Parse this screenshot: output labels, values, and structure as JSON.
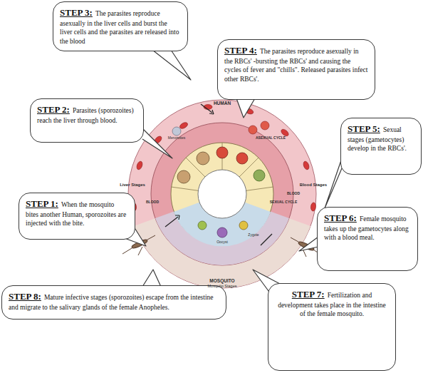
{
  "diagram": {
    "nodes": [
      {
        "text": [
          "STEP 3:",
          "The parasites reproduce asexually in the liver cells and burst the liver cells and the parasites are released into the blood"
        ]
      },
      {
        "text": [
          "STEP 4:",
          "The parasites reproduce asexually in the RBCs' -bursting the RBCs' and causing the cycles of fever and \"chills\". Released parasites infect other RBCs'."
        ]
      },
      {
        "text": [
          "STEP 2:",
          "Parasites (sporozoites) reach the liver through blood."
        ]
      },
      {
        "text": [
          "STEP 5:",
          "Sexual stages (gametocytes) develop in the RBCs'."
        ]
      },
      {
        "text": [
          "STEP 1:",
          "When the mosquito bites another Human, sporozoites are injected with the bite."
        ]
      },
      {
        "text": [
          "STEP 6:",
          "Female mosquito takes up the gametocytes along with a blood meal."
        ]
      },
      {
        "text": [
          "STEP 8:",
          "Mature infective stages (sporozoites) escape from the intestine and migrate to the salivary glands of the female Anopheles."
        ]
      },
      {
        "text": [
          "STEP 7:",
          "Fertilization and development takes place in the intestine of the female mosquito."
        ]
      }
    ],
    "labels": [
      "HUMAN",
      "Merozoites",
      "ASEXUAL CYCLE",
      "Liver Stages",
      "Blood Stages",
      "BLOOD",
      "BLOOD",
      "SEXUAL CYCLE",
      "Oocyst",
      "Zygote",
      "MOSQUITO",
      "Mosquito Stages"
    ]
  }
}
